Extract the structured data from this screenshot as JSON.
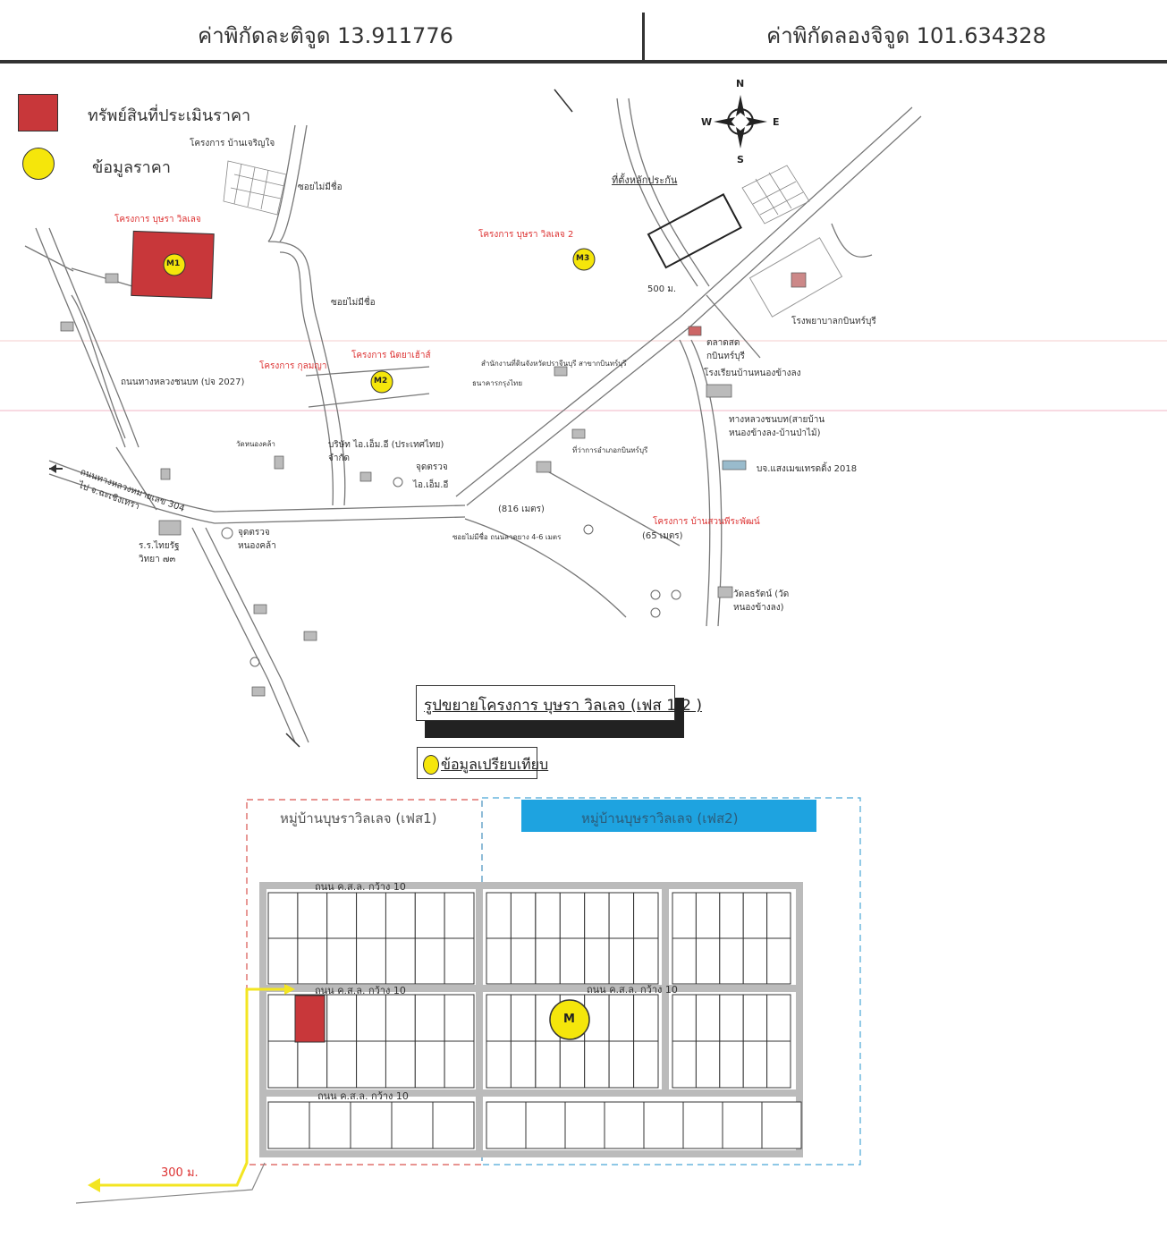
{
  "header": {
    "latitude_text": "ค่าพิกัดละติจูด 13.911776",
    "longitude_text": "ค่าพิกัดลองจิจูด 101.634328"
  },
  "legend": {
    "appraised_property": "ทรัพย์สินที่ประเมินราคา",
    "price_data": "ข้อมูลราคา"
  },
  "compass": {
    "n": "N",
    "s": "S",
    "e": "E",
    "w": "W"
  },
  "markers": {
    "m1": "M1",
    "m2": "M2",
    "m3": "M3",
    "m": "M"
  },
  "map_labels": {
    "project_ban_charoen": "โครงการ บ้านเจริญใจ",
    "soi_no_name_1": "ซอยไม่มีชื่อ",
    "project_bussara_village": "โครงการ บุษรา วิลเลจ",
    "soi_no_name_2": "ซอยไม่มีชื่อ",
    "project_bussara_village_2": "โครงการ บุษรา วิลเลจ 2",
    "collateral_location": "ที่ตั้งหลักประกัน",
    "distance_500": "500 ม.",
    "hospital": "โรงพยาบาลกบินทร์บุรี",
    "market": "ตลาดสด กบินทร์บุรี",
    "school": "โรงเรียนบ้านหนองข้างลง",
    "project_kulmaya": "โครงการ กุลมญา",
    "project_nitaya": "โครงการ นิตยาเฮ้าส์",
    "rural_road_2027": "ถนนทางหลวงชนบท (ปจ 2027)",
    "rural_road_branch": "ทางหลวงชนบท(สายบ้าน หนองข้างลง-บ้านป่าไม้)",
    "thai_plastic": "บจ.แสงเมฆเทรดดิ้ง 2018",
    "highway_304": "ถนนทางหลวงหมายเลข 304",
    "to_chachoengsao": "ไป จ.ฉะเชิงเทรา",
    "company_ie": "บริษัท ไอ.เอ็ม.อี (ประเทศไทย) จำกัด",
    "police_box": "จุดตรวจ",
    "ie_junction": "ไอ.เอ็ม.อี",
    "school_rr": "ร.ร.ไทยรัฐ วิทยา ๗๓",
    "police_nongkla": "จุดตรวจ หนองคล้า",
    "distance_816": "(816 เมตร)",
    "distance_65": "(65 เมตร)",
    "project_ban_suan": "โครงการ บ้านสวนพีระพัฒน์",
    "temple": "วัดลธรัตน์ (วัด หนองข้างลง)",
    "soi_width": "ซอยไม่มีชื่อ ถนนลาดยาง 4-6 เมตร",
    "kabin_district": "ที่ว่าการอำเภอกบินทร์บุรี",
    "land_office": "สำนักงานที่ดินจังหวัดปราจีนบุรี สาขากบินทร์บุรี",
    "bank": "ธนาคารกรุงไทย",
    "nong_kla": "วัดหนองคล้า"
  },
  "detail_title": "รูปขยายโครงการ บุษรา วิลเลจ (เฟส 1-2 )",
  "compare_label": "ข้อมูลเปรียบเทียบ",
  "phase1_label": "หมู่บ้านบุษราวิลเลจ (เฟส1)",
  "phase2_label": "หมู่บ้านบุษราวิลเลจ (เฟส2)",
  "road_label_1": "ถนน ค.ส.ล. กว้าง 10",
  "road_label_2": "ถนน ค.ส.ล. กว้าง 10",
  "road_label_3": "ถนน ค.ส.ล. กว้าง 10",
  "road_label_4": "ถนน ค.ส.ล. กว้าง 10",
  "distance_300": "300 ม.",
  "colors": {
    "property_red": "#c8373a",
    "marker_yellow": "#f5e60b",
    "route_yellow": "#f3e521",
    "phase2_blue": "#1ea3e0",
    "phase1_border": "#d9534f",
    "phase2_border": "#4aa6d6"
  }
}
